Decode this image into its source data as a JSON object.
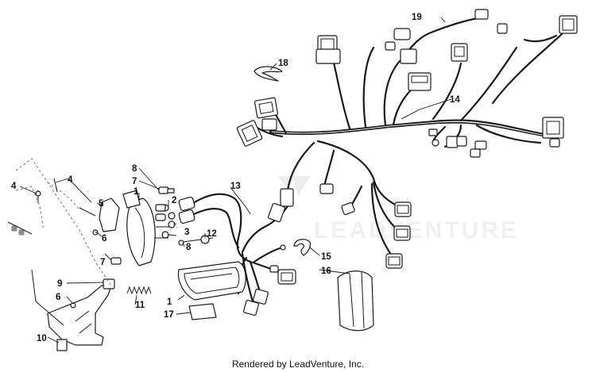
{
  "diagram": {
    "callouts": {
      "c1a": "1",
      "c1b": "1",
      "c2": "2",
      "c3": "3",
      "c4a": "4",
      "c4b": "4",
      "c5": "5",
      "c6a": "6",
      "c6b": "6",
      "c7a": "7",
      "c7b": "7",
      "c8a": "8",
      "c8b": "8",
      "c9": "9",
      "c10": "10",
      "c11": "11",
      "c12": "12",
      "c13": "13",
      "c14": "14",
      "c15": "15",
      "c16": "16",
      "c17": "17",
      "c18": "18",
      "c19": "19"
    },
    "watermark": "LEADVENTURE"
  },
  "footer": {
    "text": "Rendered by LeadVenture, Inc."
  }
}
